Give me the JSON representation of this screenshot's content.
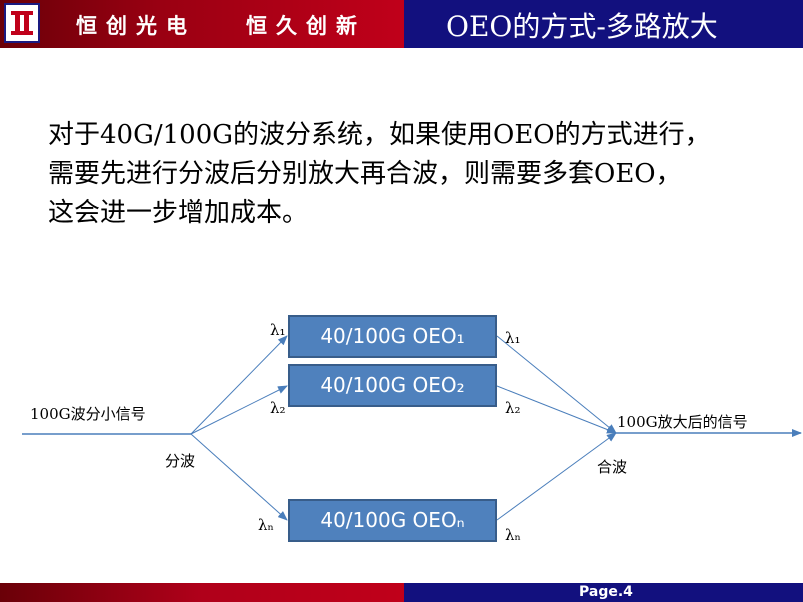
{
  "header": {
    "slogan_1": "恒创光电",
    "slogan_2": "恒久创新",
    "title": "OEO的方式-多路放大"
  },
  "body": {
    "lines": [
      "对于40G/100G的波分系统，如果使用OEO的方式进行，",
      "需要先进行分波后分别放大再合波，则需要多套OEO，",
      "这会进一步增加成本。"
    ]
  },
  "diagram": {
    "input_label": "100G波分小信号",
    "demux_label": "分波",
    "mux_label": "合波",
    "output_label": "100G放大后的信号",
    "boxes": {
      "b1": "40/100G OEO₁",
      "b2": "40/100G OEO₂",
      "bn": "40/100G OEOₙ"
    },
    "wavelengths": {
      "in_1": "λ₁",
      "in_2": "λ₂",
      "in_n": "λₙ",
      "out_1": "λ₁",
      "out_2": "λ₂",
      "out_n": "λₙ"
    }
  },
  "footer": {
    "page": "Page.4"
  },
  "colors": {
    "header_red": "#c0001a",
    "header_blue": "#12107e",
    "box_fill": "#4f81bd",
    "box_border": "#385d8a",
    "arrow": "#4a7ebb"
  }
}
